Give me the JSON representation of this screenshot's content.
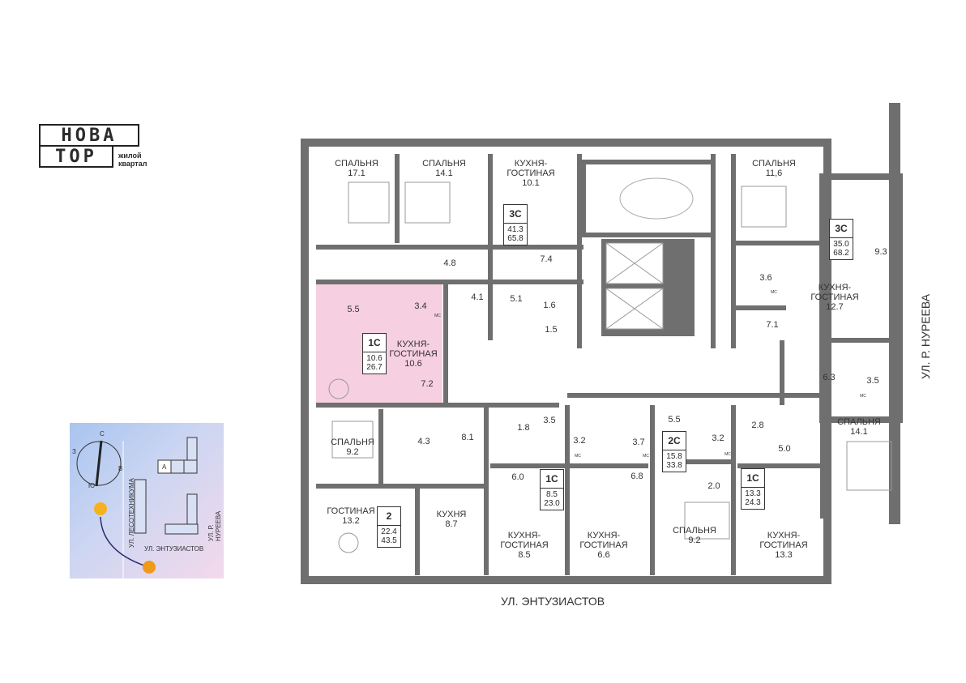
{
  "logo": {
    "line1": "НОВА",
    "line2": "ТОР",
    "sub1": "жилой",
    "sub2": "квартал"
  },
  "streets": {
    "bottom": "УЛ. ЭНТУЗИАСТОВ",
    "right": "УЛ. Р. НУРЕЕВА"
  },
  "apartments": [
    {
      "type": "3С",
      "area1": "41.3",
      "area2": "65.8"
    },
    {
      "type": "3С",
      "area1": "35.0",
      "area2": "68.2"
    },
    {
      "type": "1С",
      "area1": "10.6",
      "area2": "26.7"
    },
    {
      "type": "2",
      "area1": "22.4",
      "area2": "43.5"
    },
    {
      "type": "1С",
      "area1": "8.5",
      "area2": "23.0"
    },
    {
      "type": "2С",
      "area1": "15.8",
      "area2": "33.8"
    },
    {
      "type": "1С",
      "area1": "13.3",
      "area2": "24.3"
    }
  ],
  "rooms": [
    {
      "name": "СПАЛЬНЯ",
      "area": "17.1"
    },
    {
      "name": "СПАЛЬНЯ",
      "area": "14.1"
    },
    {
      "name": "КУХНЯ-",
      "name2": "ГОСТИНАЯ",
      "area": "10.1"
    },
    {
      "name": "СПАЛЬНЯ",
      "area": "11,6"
    },
    {
      "name": "КУХНЯ-",
      "name2": "ГОСТИНАЯ",
      "area": "12.7"
    },
    {
      "name": "КУХНЯ-",
      "name2": "ГОСТИНАЯ",
      "area": "10.6"
    },
    {
      "name": "СПАЛЬНЯ",
      "area": "14.1"
    },
    {
      "name": "СПАЛЬНЯ",
      "area": "9.2"
    },
    {
      "name": "ГОСТИНАЯ",
      "area": "13.2"
    },
    {
      "name": "КУХНЯ",
      "area": "8.7"
    },
    {
      "name": "КУХНЯ-",
      "name2": "ГОСТИНАЯ",
      "area": "8.5"
    },
    {
      "name": "КУХНЯ-",
      "name2": "ГОСТИНАЯ",
      "area": "6.6"
    },
    {
      "name": "СПАЛЬНЯ",
      "area": "9.2"
    },
    {
      "name": "КУХНЯ-",
      "name2": "ГОСТИНАЯ",
      "area": "13.3"
    }
  ],
  "small_areas": [
    "4.8",
    "7.4",
    "5.1",
    "1.6",
    "1.5",
    "4.1",
    "5.5",
    "3.4",
    "3.6",
    "7.1",
    "9.3",
    "6.3",
    "3.5",
    "7.2",
    "4.3",
    "8.1",
    "1.8",
    "3.5",
    "3.2",
    "3.7",
    "5.5",
    "3.2",
    "2.8",
    "5.0",
    "6.0",
    "6.8",
    "2.0",
    "МС",
    "МС",
    "МС",
    "МС",
    "МС",
    "МС"
  ],
  "compass": {
    "north": "С",
    "south": "Ю",
    "west": "З",
    "east": "В",
    "block": "А",
    "street1": "УЛ. ЛЕСОТЕХНИКУМА",
    "street2": "УЛ. Р. НУРЕЕВА",
    "street3": "УЛ. ЭНТУЗИАСТОВ"
  },
  "colors": {
    "wall": "#6f6f6f",
    "highlight": "#f6cfe0",
    "accent": "#2a2a6e"
  }
}
